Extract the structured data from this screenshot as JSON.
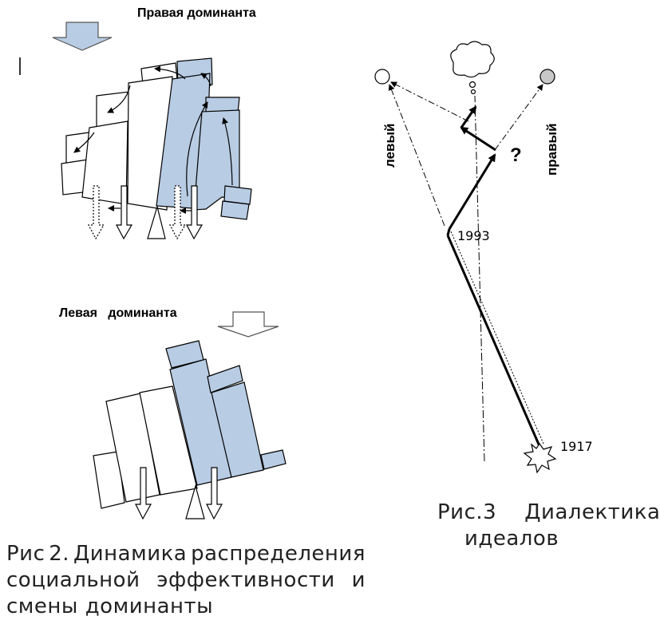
{
  "figure2": {
    "top_label": "Правая доминанта",
    "bottom_label": "Левая   доминанта",
    "caption_lines": [
      "Рис 2. Динамика распределения",
      "социальной эффективности и",
      "смены доминанты"
    ],
    "caption_line1_words": [
      "Рис",
      "2.",
      "Динамика",
      "распределения"
    ],
    "caption_line2_words": [
      "социальной",
      "эффективности",
      "и"
    ],
    "caption_line3": "смены доминанты"
  },
  "figure3": {
    "label_left": "левый",
    "label_right": "правый",
    "question_mark": "?",
    "year_1993": "1993",
    "year_1917": "1917",
    "caption_line1": "Рис.3    Диалектика",
    "caption_line2": "идеалов"
  },
  "colors": {
    "blue_fill": "#b8cce4",
    "grey_fill": "#c8c8c8",
    "stroke": "#000000"
  }
}
